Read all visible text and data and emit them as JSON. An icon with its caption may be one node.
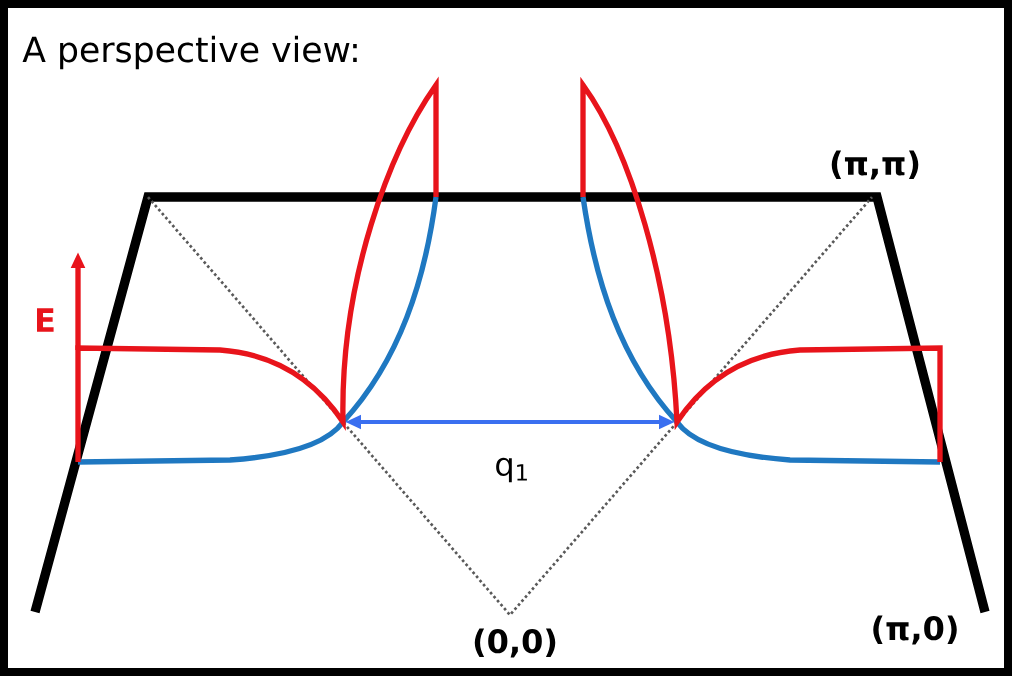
{
  "diagram": {
    "title": "A perspective view:",
    "labels": [
      "(π,π)",
      "E",
      "q$_{1}$",
      "(π,0)",
      "(0,0)"
    ]
  }
}
